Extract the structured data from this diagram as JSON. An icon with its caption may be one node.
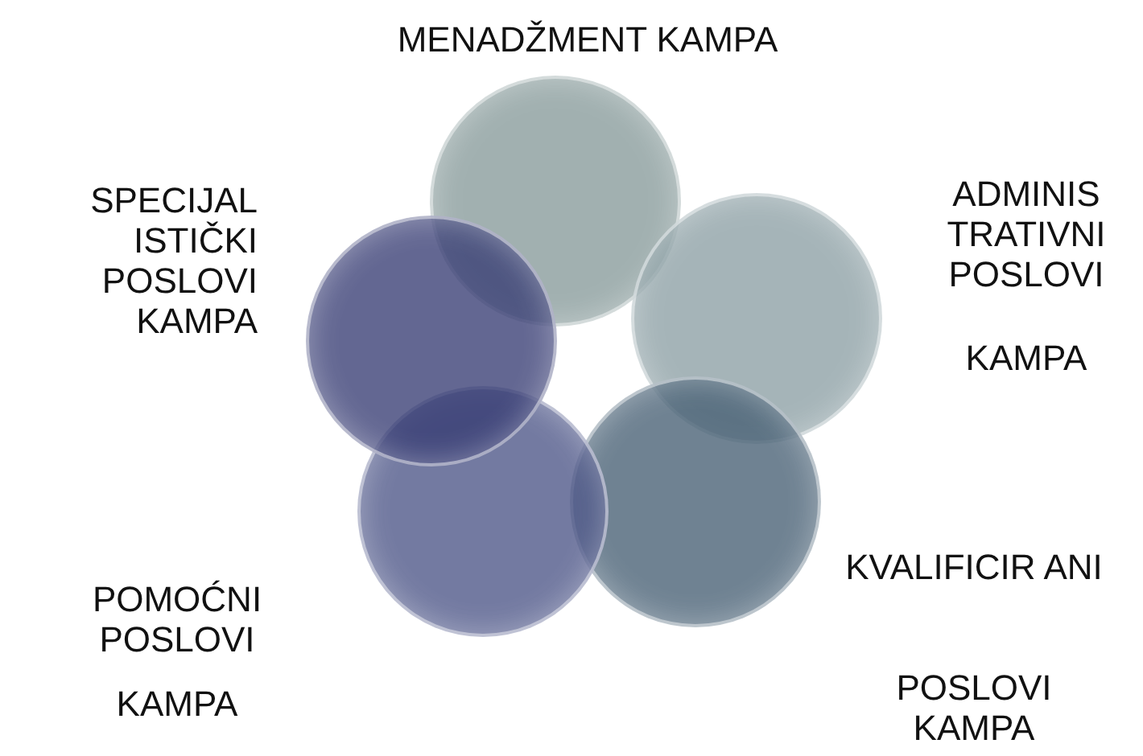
{
  "diagram": {
    "nodes": [
      {
        "text": [],
        "shape": "circle",
        "beside": [
          "MENADŽMENT KAMPA"
        ]
      },
      {
        "text": [],
        "shape": "circle",
        "beside": [
          "ADMINIS TRATIVNI POSLOVI",
          "KAMPA"
        ]
      },
      {
        "text": [],
        "shape": "circle",
        "beside": [
          "KVALIFICIR ANI",
          "POSLOVI KAMPA"
        ]
      },
      {
        "text": [],
        "shape": "circle",
        "beside": [
          "POMOĆNI POSLOVI",
          "KAMPA"
        ]
      },
      {
        "text": [],
        "shape": "circle",
        "beside": [
          "SPECIJAL ISTIČKI POSLOVI KAMPA"
        ]
      }
    ]
  }
}
